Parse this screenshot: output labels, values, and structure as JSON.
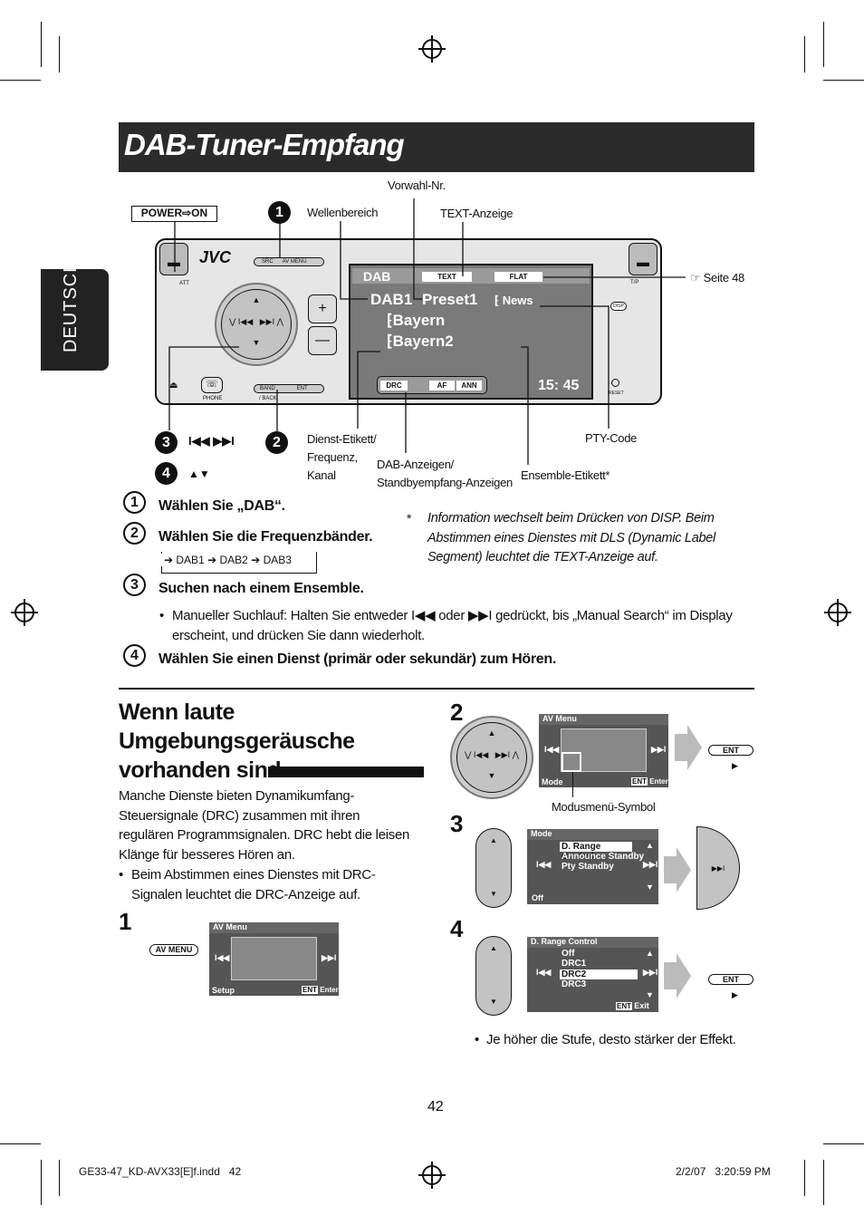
{
  "page_title": "DAB-Tuner-Empfang",
  "side_tab": "DEUTSCH",
  "diagram": {
    "power_label": "POWER⇨ON",
    "brand": "JVC",
    "callouts": {
      "vorwahl": "Vorwahl-Nr.",
      "wellenbereich": "Wellenbereich",
      "text_anzeige": "TEXT-Anzeige",
      "seite": "Seite 48",
      "dienst": "Dienst-Etikett/\nFrequenz,\nKanal",
      "dab_anzeigen": "DAB-Anzeigen/\nStandbyempfang-Anzeigen",
      "ensemble": "Ensemble-Etikett*",
      "pty": "PTY-Code"
    },
    "display": {
      "dab": "DAB",
      "text": "TEXT",
      "flat": "FLAT",
      "band": "DAB1",
      "preset": "Preset1",
      "news": "News",
      "line2": "Bayern",
      "line3": "Bayern2",
      "drc": "DRC",
      "af": "AF",
      "ann": "ANN",
      "clock": "15: 45"
    },
    "buttons": {
      "src": "SRC",
      "av_menu": "AV MENU",
      "band": "BAND",
      "back": "/ BACK",
      "ent": "ENT",
      "phone": "PHONE",
      "att": "ATT",
      "disp": "DISP",
      "tp": "T/P",
      "reset": "RESET"
    },
    "step_icons": {
      "s3": "I◀◀  ▶▶I",
      "s4": "▲▼"
    }
  },
  "steps": [
    {
      "num": "1",
      "text": "Wählen Sie „DAB“."
    },
    {
      "num": "2",
      "text": "Wählen Sie die Frequenzbänder."
    },
    {
      "num": "3",
      "text": "Suchen nach einem Ensemble."
    },
    {
      "num": "4",
      "text": "Wählen Sie einen Dienst (primär oder sekundär) zum Hören."
    }
  ],
  "band_cycle": [
    "DAB1",
    "DAB2",
    "DAB3"
  ],
  "step3_bullet": "Manueller Suchlauf: Halten Sie entweder I◀◀ oder ▶▶I gedrückt, bis „Manual Search“ im Display erscheint, und drücken Sie dann wiederholt.",
  "footnote_star": "*",
  "footnote": "Information wechselt beim Drücken von DISP. Beim Abstimmen eines Dienstes mit DLS (Dynamic Label Segment) leuchtet die TEXT-Anzeige auf.",
  "section2": {
    "heading": [
      "Wenn laute",
      "Umgebungsgeräusche",
      "vorhanden sind"
    ],
    "para": "Manche Dienste bieten Dynamikumfang-Steuersignale (DRC) zusammen mit ihren regulären Programmsignalen. DRC hebt die leisen Klänge für besseres Hören an.",
    "bullet": "Beim Abstimmen eines Dienstes mit DRC-Signalen leuchtet die DRC-Anzeige auf.",
    "step1_num": "1",
    "step1_button": "AV MENU",
    "step1_screen": {
      "title": "AV Menu",
      "footer_left": "Setup",
      "footer_right": "Enter",
      "ent": "ENT"
    },
    "step2_num": "2",
    "step2_screen": {
      "title": "AV Menu",
      "footer_left": "Mode",
      "footer_right": "Enter",
      "ent": "ENT"
    },
    "step2_caption": "Modusmenü-Symbol",
    "step2_button": "ENT",
    "step3_num": "3",
    "step3_screen": {
      "title": "Mode",
      "items": [
        "D. Range Control",
        "Announce Standby",
        "Pty Standby"
      ],
      "footer": "Off"
    },
    "step4_num": "4",
    "step4_screen": {
      "title": "D. Range Control",
      "items": [
        "Off",
        "DRC1",
        "DRC2",
        "DRC3"
      ],
      "footer": "Exit",
      "ent": "ENT"
    },
    "step4_button": "ENT",
    "final_bullet": "Je höher die Stufe, desto stärker der Effekt."
  },
  "page_number": "42",
  "footer_left": "GE33-47_KD-AVX33[E]f.indd   42",
  "footer_right": "2/2/07   3:20:59 PM"
}
